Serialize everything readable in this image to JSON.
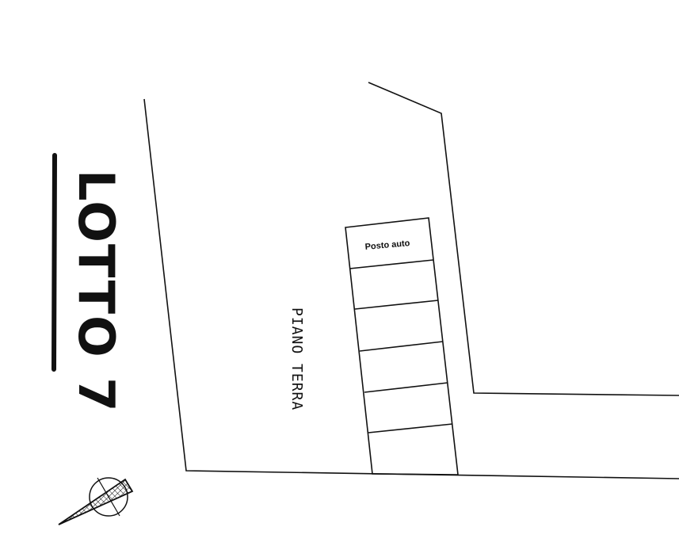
{
  "title": "LOTTO 7",
  "floor_label": "PIANO TERRA",
  "parking_label": "Posto auto",
  "parking_slots": 6,
  "icons": {
    "north_arrow": "north-arrow-icon"
  }
}
